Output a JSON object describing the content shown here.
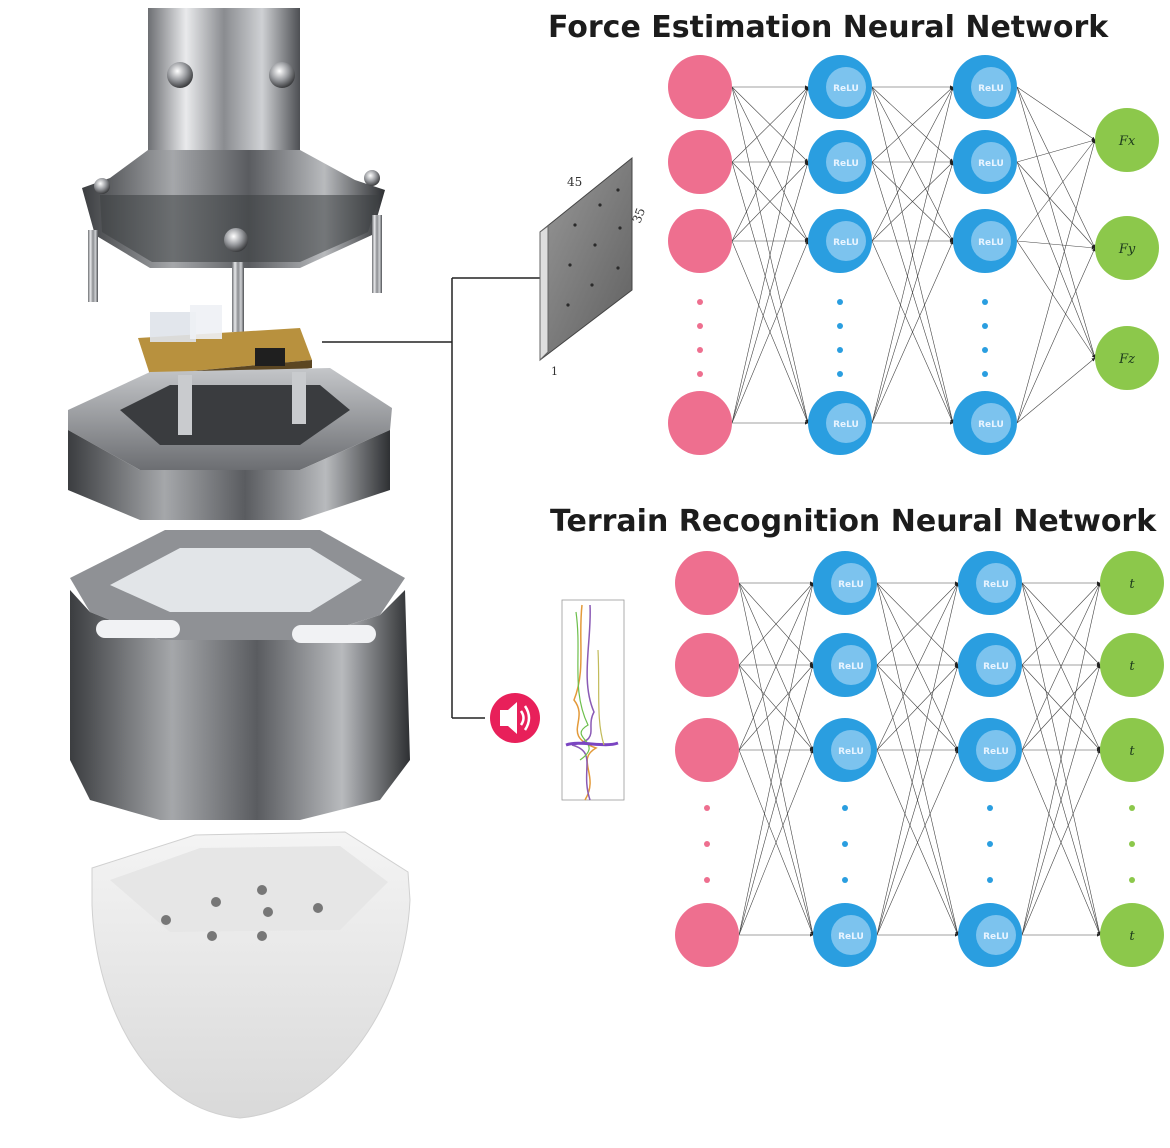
{
  "force_network": {
    "title": "Force Estimation Neural Network",
    "input_count_shown": 4,
    "hidden_layers": 2,
    "hidden_label": "ReLU",
    "outputs": [
      "Fx",
      "Fy",
      "Fz"
    ],
    "sensor_image_labels": {
      "width": "45",
      "height": "35",
      "depth": "1"
    }
  },
  "terrain_network": {
    "title": "Terrain Recognition Neural Network",
    "input_count_shown": 4,
    "hidden_layers": 2,
    "hidden_label": "ReLU",
    "output_count_shown": 4,
    "output_label": "t"
  },
  "audio_icon": "speaker-icon",
  "colors": {
    "input_node": "#ee6f8f",
    "hidden_node": "#2a9ee0",
    "hidden_node_inner": "#7cc3ee",
    "output_node": "#8cc84b",
    "speaker": "#e8205a",
    "edge": "#444444",
    "title": "#1c1c1c"
  }
}
